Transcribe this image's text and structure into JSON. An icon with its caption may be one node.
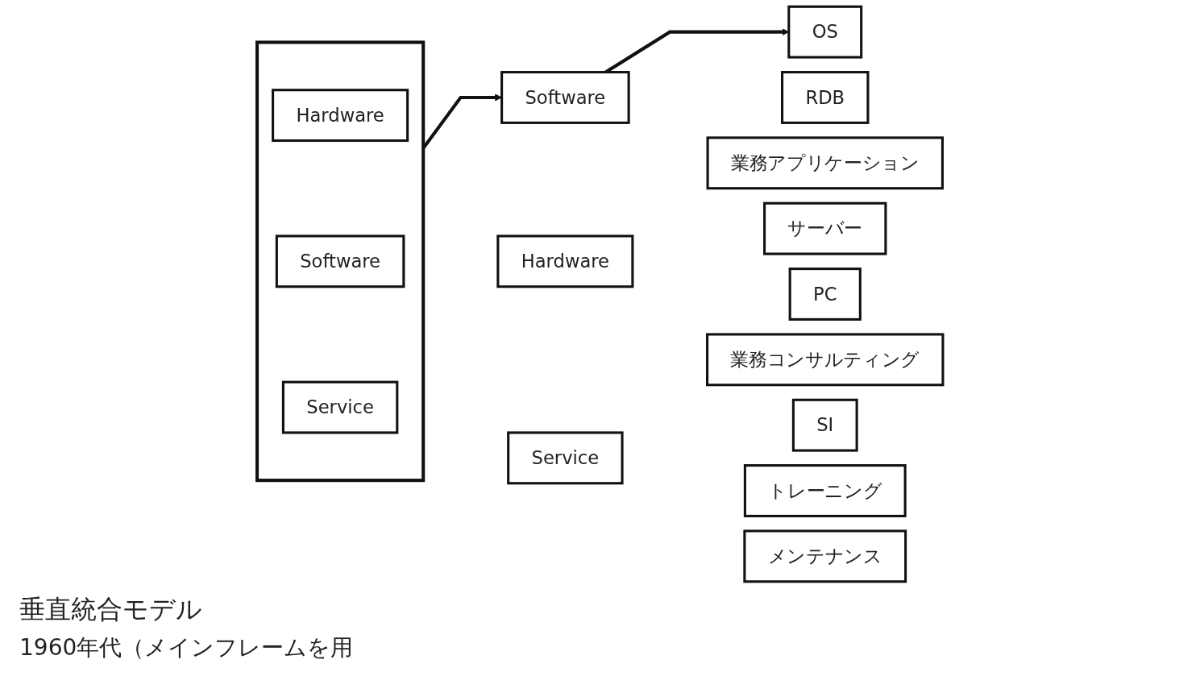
{
  "diagram": {
    "caption": "垂直統合モデル",
    "nodes": [
      {
        "text": [],
        "shape": "box"
      },
      {
        "text": [
          "Hardware"
        ],
        "in": 0
      },
      {
        "text": [
          "Software"
        ],
        "in": 0
      },
      {
        "text": [
          "Service"
        ],
        "in": 0
      },
      {
        "text": [
          "Hardware"
        ]
      },
      {
        "text": [
          "Software"
        ]
      },
      {
        "text": [
          "Service"
        ]
      },
      {
        "text": [
          "サーバー"
        ]
      },
      {
        "text": [
          "PC"
        ]
      },
      {
        "text": [
          "RDB"
        ]
      },
      {
        "text": [
          "OS"
        ]
      },
      {
        "text": [
          "業務アプリケーション"
        ]
      },
      {
        "text": [
          "業務コンサルティング"
        ]
      },
      {
        "text": [
          "SI"
        ]
      },
      {
        "text": [
          "トレーニング"
        ]
      },
      {
        "text": [
          "メンテナンス"
        ]
      }
    ],
    "edges": [
      {
        "from": 0,
        "to": 5,
        "arrow": "to"
      },
      {
        "from": 5,
        "to": 10,
        "arrow": "to"
      }
    ],
    "labels": [
      "1960年代（メインフレームを用"
    ]
  }
}
